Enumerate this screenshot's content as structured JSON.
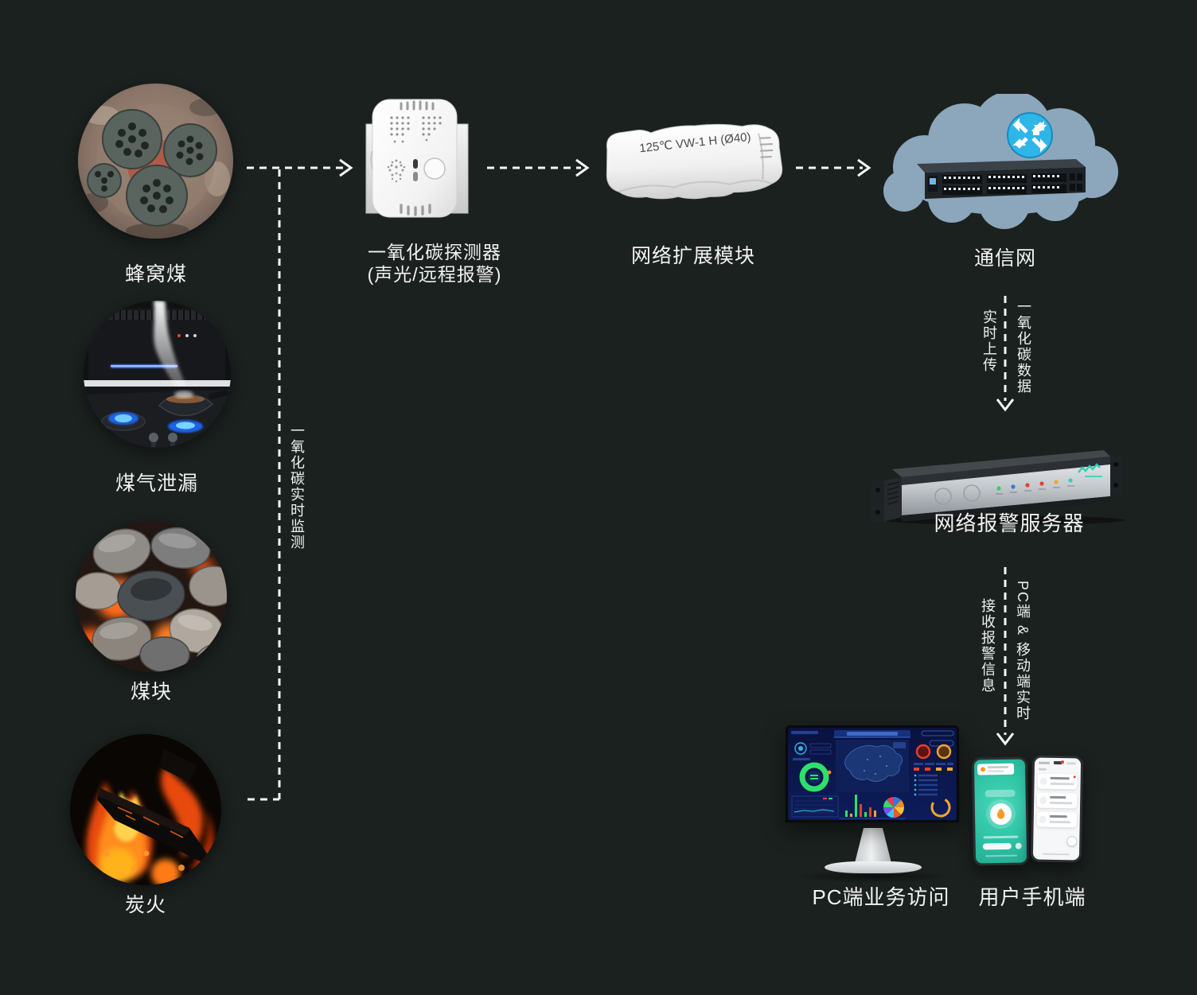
{
  "diagram": {
    "background": "#1b211f",
    "sources": [
      {
        "id": "honeycomb-briquette",
        "label": "蜂窝煤"
      },
      {
        "id": "gas-leak",
        "label": "煤气泄漏"
      },
      {
        "id": "coal-lumps",
        "label": "煤块"
      },
      {
        "id": "charcoal-fire",
        "label": "炭火"
      }
    ],
    "detector": {
      "label_line1": "一氧化碳探测器",
      "label_line2": "(声光/远程报警)"
    },
    "module": {
      "label": "网络扩展模块",
      "print_text": "125℃ VW-1 H (Ø40)"
    },
    "cloud": {
      "label": "通信网"
    },
    "server": {
      "label": "网络报警服务器"
    },
    "pc": {
      "label": "PC端业务访问"
    },
    "mobile": {
      "label": "用户手机端"
    },
    "flow_labels": {
      "co_realtime_monitor": "一氧化碳实时监测",
      "realtime_upload": "实时上传",
      "co_data": "一氧化碳数据",
      "receive_alarm": "接收报警信息",
      "pc_mobile_realtime": "PC端 & 移动端实时"
    },
    "colors": {
      "text": "#f2f2f2",
      "connector": "#f5f5f5",
      "cloud": "#8ca6bc",
      "router_icon": "#2fb6e9",
      "phone_screen": "#2fc3a6",
      "flame": "#f59a23",
      "dashboard_bg": "#0c1a52",
      "donut_green": "#2ee06b"
    }
  }
}
